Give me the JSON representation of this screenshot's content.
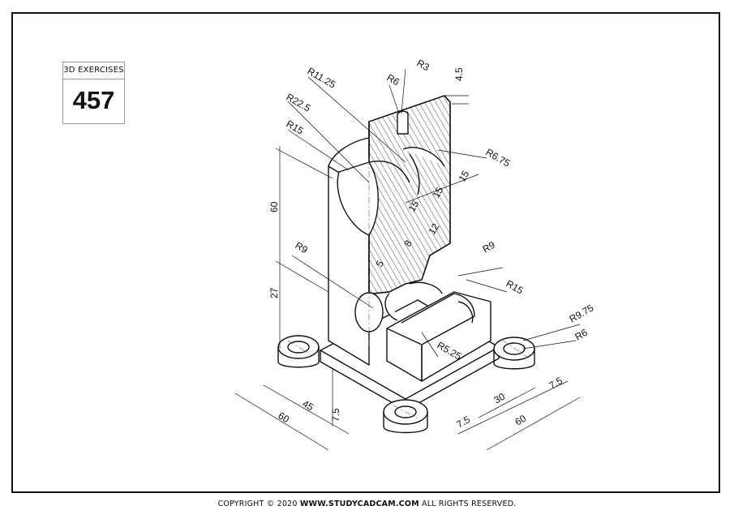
{
  "badge": {
    "title": "3D EXERCISES",
    "number": "457"
  },
  "footer": {
    "prefix": "COPYRIGHT © 2020 ",
    "site": "WWW.STUDYCADCAM.COM",
    "suffix": " ALL RIGHTS RESERVED."
  },
  "dimensions": {
    "r11_25": "R11.25",
    "r6_top": "R6",
    "r3": "R3",
    "d4_5": "4.5",
    "r22_5": "R22.5",
    "r15_top": "R15",
    "r6_75": "R6.75",
    "d15_a": "15",
    "d15_b": "15",
    "d15_c": "15",
    "d60_v": "60",
    "d12": "12",
    "d8": "8",
    "d5": "5",
    "r9_left": "R9",
    "r9_right": "R9",
    "r15_right": "R15",
    "d27": "27",
    "r9_75": "R9.75",
    "r6_right": "R6",
    "r5_25": "R5.25",
    "d7_5_left": "7.5",
    "d45": "45",
    "d60_left": "60",
    "d7_5_right": "7.5",
    "d30": "30",
    "d7_5_bottom": "7.5",
    "d60_right": "60"
  }
}
